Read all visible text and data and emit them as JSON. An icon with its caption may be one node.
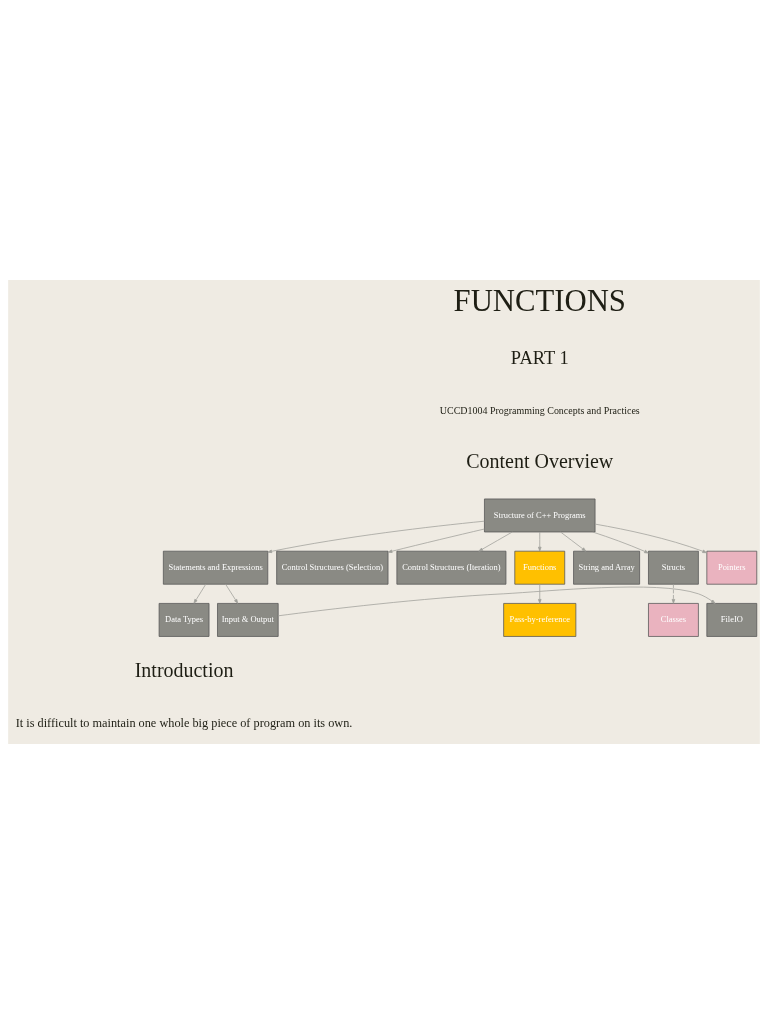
{
  "diagram": {
    "nodes": [
      {
        "text": [
          "Structure of C++ Programs"
        ]
      },
      {
        "text": [
          "Statements and Expressions"
        ]
      },
      {
        "text": [
          "Control Structures (Selection)"
        ]
      },
      {
        "text": [
          "Control Structures (Iteration)"
        ]
      },
      {
        "text": [
          "Functions"
        ]
      },
      {
        "text": [
          "String and Array"
        ]
      },
      {
        "text": [
          "Structs"
        ]
      },
      {
        "text": [
          "Pointers"
        ]
      },
      {
        "text": [
          "Data Types"
        ]
      },
      {
        "text": [
          "Input & Output"
        ]
      },
      {
        "text": [
          "FileIO"
        ]
      },
      {
        "text": [
          "Pass-by-reference"
        ]
      },
      {
        "text": [
          "Classes"
        ]
      }
    ],
    "edges": [
      {
        "from": 0,
        "to": 1,
        "arrow": "to"
      },
      {
        "from": 0,
        "to": 2,
        "arrow": "to"
      },
      {
        "from": 0,
        "to": 3,
        "arrow": "to"
      },
      {
        "from": 0,
        "to": 4,
        "arrow": "to"
      },
      {
        "from": 0,
        "to": 5,
        "arrow": "to"
      },
      {
        "from": 0,
        "to": 6,
        "arrow": "to"
      },
      {
        "from": 0,
        "to": 7,
        "arrow": "to"
      },
      {
        "from": 1,
        "to": 8,
        "arrow": "to"
      },
      {
        "from": 1,
        "to": 9,
        "arrow": "to"
      },
      {
        "from": 9,
        "to": 10,
        "arrow": "to"
      },
      {
        "from": 4,
        "to": 11,
        "arrow": "to"
      },
      {
        "from": 6,
        "to": 12,
        "arrow": "to",
        "style": "dashed"
      }
    ],
    "labels": [
      "FUNCTIONS",
      "PART 1",
      "UCCD1004 Programming Concepts and Practices",
      "Content Overview",
      "Introduction",
      "It is difficult to maintain one whole big piece of program on its own."
    ]
  }
}
